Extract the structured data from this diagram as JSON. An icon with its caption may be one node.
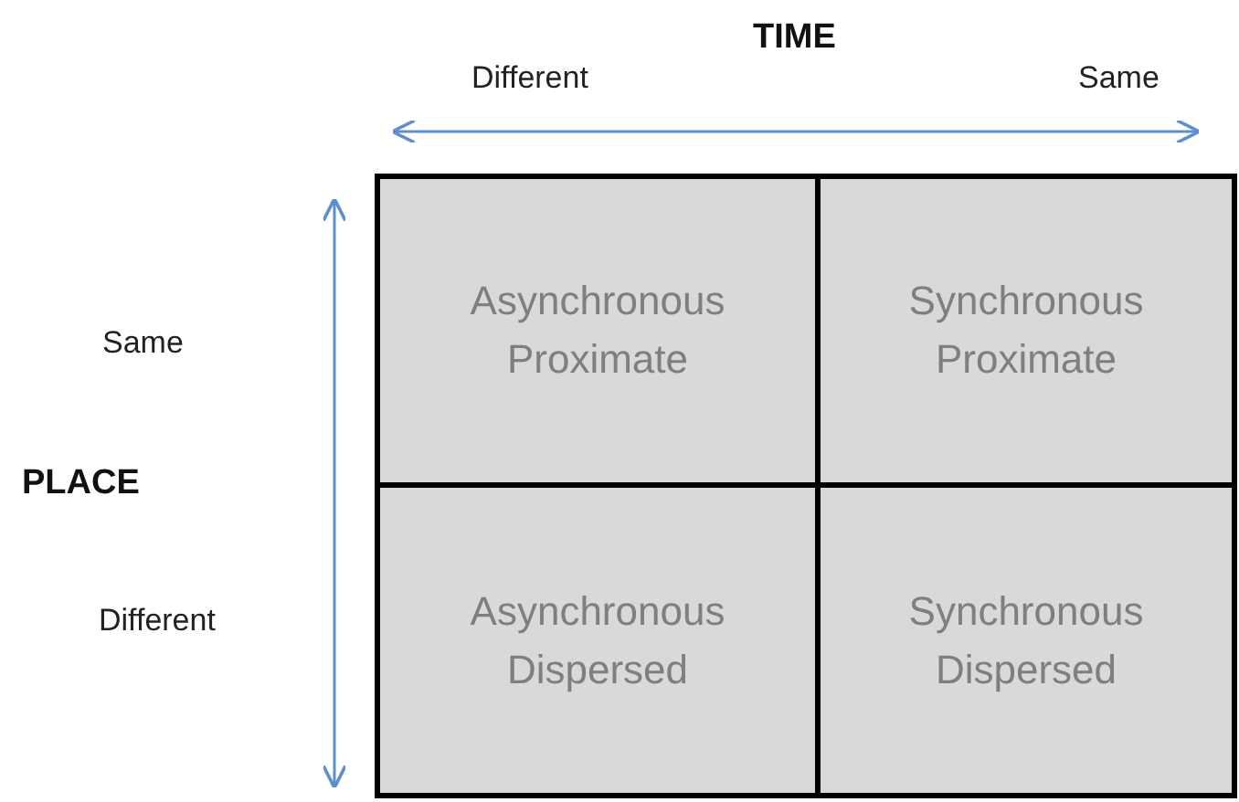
{
  "diagram": {
    "nodes": [
      {
        "text": [
          "Asynchronous Proximate"
        ]
      },
      {
        "text": [
          "Synchronous Proximate"
        ]
      },
      {
        "text": [
          "Asynchronous Dispersed"
        ]
      },
      {
        "text": [
          "Synchronous Dispersed"
        ]
      }
    ],
    "labels": [
      "TIME",
      "Different",
      "Same",
      "Same",
      "PLACE",
      "Different"
    ]
  }
}
